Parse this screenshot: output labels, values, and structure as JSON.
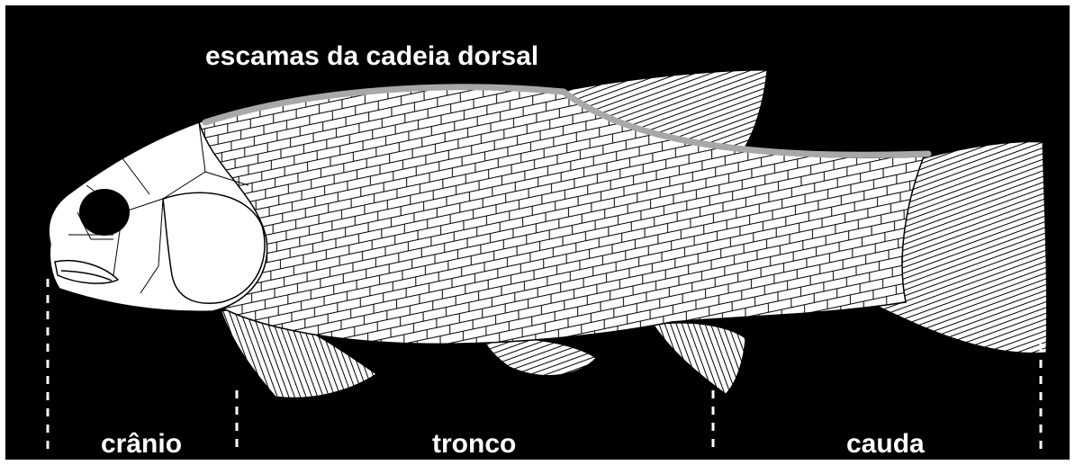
{
  "title": "escamas da cadeia dorsal",
  "regions": {
    "cranio": "crânio",
    "tronco": "tronco",
    "cauda": "cauda"
  },
  "colors": {
    "background": "#000000",
    "fish_fill": "#ffffff",
    "line": "#000000",
    "highlight": "#a8a8a8",
    "text": "#ffffff"
  },
  "icons": {
    "fish": "fossil-fish-illustration"
  }
}
